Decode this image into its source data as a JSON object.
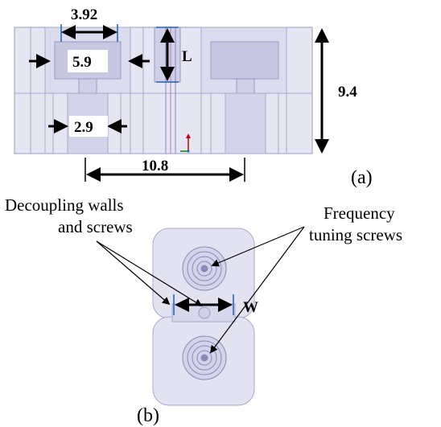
{
  "dimensions": {
    "width_392": "3.92",
    "width_59": "5.9",
    "width_29": "2.9",
    "length_L": "L",
    "height_94": "9.4",
    "spacing_108": "10.8",
    "gap_W": "W"
  },
  "captions": {
    "part_a": "(a)",
    "part_b": "(b)"
  },
  "annotations": {
    "walls_line1": "Decoupling walls",
    "walls_line2": "and screws",
    "tuning_line1": "Frequency",
    "tuning_line2": "tuning screws"
  },
  "colors": {
    "body_fill": "#e6e6f3",
    "body_stroke": "#9a9ac4",
    "cavity_fill": "#d3d3ea",
    "screw_fill": "#c7c7e2",
    "dimension_mark": "#1f5fbf",
    "axis_red": "#cc0000",
    "axis_green": "#008800"
  }
}
